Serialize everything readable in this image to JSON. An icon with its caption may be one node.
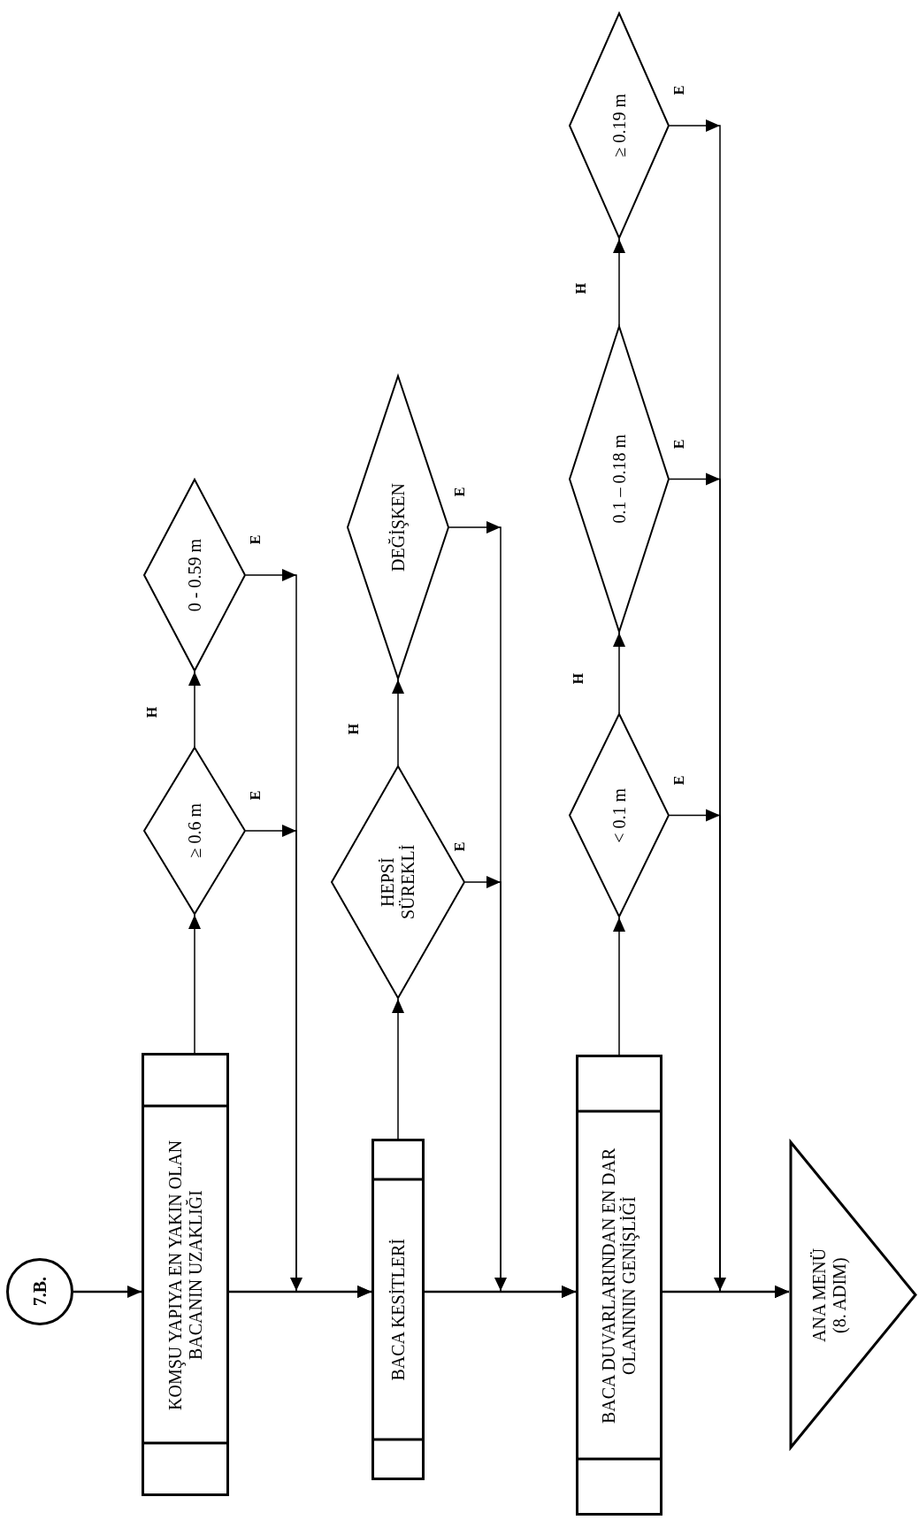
{
  "diagram": {
    "nodes": [
      {
        "text": [
          "7.B."
        ]
      },
      {
        "text": [
          "KOMŞU YAPIYA EN YAKIN OLAN BACANIN UZAKLIĞI"
        ]
      },
      {
        "text": [
          "≥ 0.6 m"
        ]
      },
      {
        "text": [
          "0 - 0.59 m"
        ]
      },
      {
        "text": [
          "BACA KESİTLERİ"
        ]
      },
      {
        "text": [
          "HEPSİ SÜREKLİ"
        ]
      },
      {
        "text": [
          "DEĞİŞKEN"
        ]
      },
      {
        "text": [
          "BACA DUVARLARINDAN EN DAR OLANININ GENİŞLİĞİ"
        ]
      },
      {
        "text": [
          "< 0.1 m"
        ]
      },
      {
        "text": [
          "0.1 – 0.18 m"
        ]
      },
      {
        "text": [
          "≥ 0.19 m"
        ]
      },
      {
        "text": [
          "ANA MENÜ (8. ADIM)"
        ]
      }
    ],
    "edges": [
      {
        "from": 0,
        "to": 1,
        "arrow": "to"
      },
      {
        "from": 1,
        "to": 2,
        "arrow": "to"
      },
      {
        "from": 2,
        "to": 3,
        "arrow": "to",
        "label": "H"
      },
      {
        "from": 2,
        "to": 4,
        "arrow": "to",
        "label": "E"
      },
      {
        "from": 3,
        "to": 4,
        "arrow": "to",
        "label": "E"
      },
      {
        "from": 1,
        "to": 4,
        "arrow": "none"
      },
      {
        "from": 4,
        "to": 5,
        "arrow": "to"
      },
      {
        "from": 5,
        "to": 6,
        "arrow": "to",
        "label": "H"
      },
      {
        "from": 5,
        "to": 7,
        "arrow": "to",
        "label": "E"
      },
      {
        "from": 6,
        "to": 7,
        "arrow": "to",
        "label": "E"
      },
      {
        "from": 4,
        "to": 7,
        "arrow": "none"
      },
      {
        "from": 7,
        "to": 8,
        "arrow": "to"
      },
      {
        "from": 8,
        "to": 9,
        "arrow": "to",
        "label": "H"
      },
      {
        "from": 9,
        "to": 10,
        "arrow": "to",
        "label": "H"
      },
      {
        "from": 8,
        "to": 11,
        "arrow": "to",
        "label": "E"
      },
      {
        "from": 9,
        "to": 11,
        "arrow": "to",
        "label": "E"
      },
      {
        "from": 10,
        "to": 11,
        "arrow": "to",
        "label": "E"
      },
      {
        "from": 7,
        "to": 11,
        "arrow": "none"
      }
    ]
  }
}
